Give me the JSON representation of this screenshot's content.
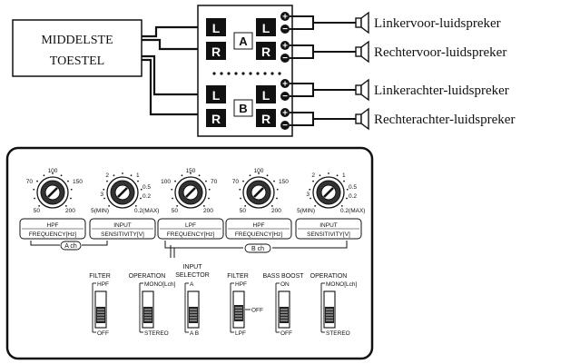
{
  "wiring": {
    "source_box": [
      "MIDDELSTE",
      "TOESTEL"
    ],
    "channel_a": "A",
    "channel_b": "B",
    "terminal_left": "L",
    "terminal_right": "R",
    "speakers": [
      "Linkervoor-luidspreker",
      "Rechtervoor-luidspreker",
      "Linkerachter-luidspreker",
      "Rechterachter-luidspreker"
    ]
  },
  "panel": {
    "knobs": [
      {
        "ticks": [
          "70",
          "100",
          "150",
          "50",
          "200"
        ],
        "label": [
          "HPF",
          "FREQUENCY[Hz]"
        ]
      },
      {
        "ticks": [
          "2",
          "1",
          "0.5",
          "3",
          "0.2",
          "5(MIN)",
          "0.2(MAX)"
        ],
        "label": [
          "INPUT",
          "SENSITIVITY[V]"
        ]
      },
      {
        "ticks": [
          "100",
          "150",
          "70",
          "50",
          "200"
        ],
        "label": [
          "LPF",
          "FREQUENCY[Hz]"
        ]
      },
      {
        "ticks": [
          "70",
          "100",
          "150",
          "50",
          "200"
        ],
        "label": [
          "HPF",
          "FREQUENCY[Hz]"
        ]
      },
      {
        "ticks": [
          "2",
          "1",
          "0.5",
          "3",
          "0.2",
          "5(MIN)",
          "0.2(MAX)"
        ],
        "label": [
          "INPUT",
          "SENSITIVITY[V]"
        ]
      }
    ],
    "group_a": "A ch",
    "group_b": "B ch",
    "switches": [
      {
        "title": [
          "FILTER"
        ],
        "top": "HPF",
        "bottom": "OFF"
      },
      {
        "title": [
          "OPERATION"
        ],
        "top": "MONO[Lch]",
        "bottom": "STEREO"
      },
      {
        "title": [
          "INPUT",
          "SELECTOR"
        ],
        "top": "A",
        "bottom": "A B"
      },
      {
        "title": [
          "FILTER"
        ],
        "top": "HPF",
        "middle": "OFF",
        "bottom": "LPF"
      },
      {
        "title": [
          "BASS BOOST"
        ],
        "top": "ON",
        "bottom": "OFF"
      },
      {
        "title": [
          "OPERATION"
        ],
        "top": "MONO[Lch]",
        "bottom": "STEREO"
      }
    ]
  }
}
